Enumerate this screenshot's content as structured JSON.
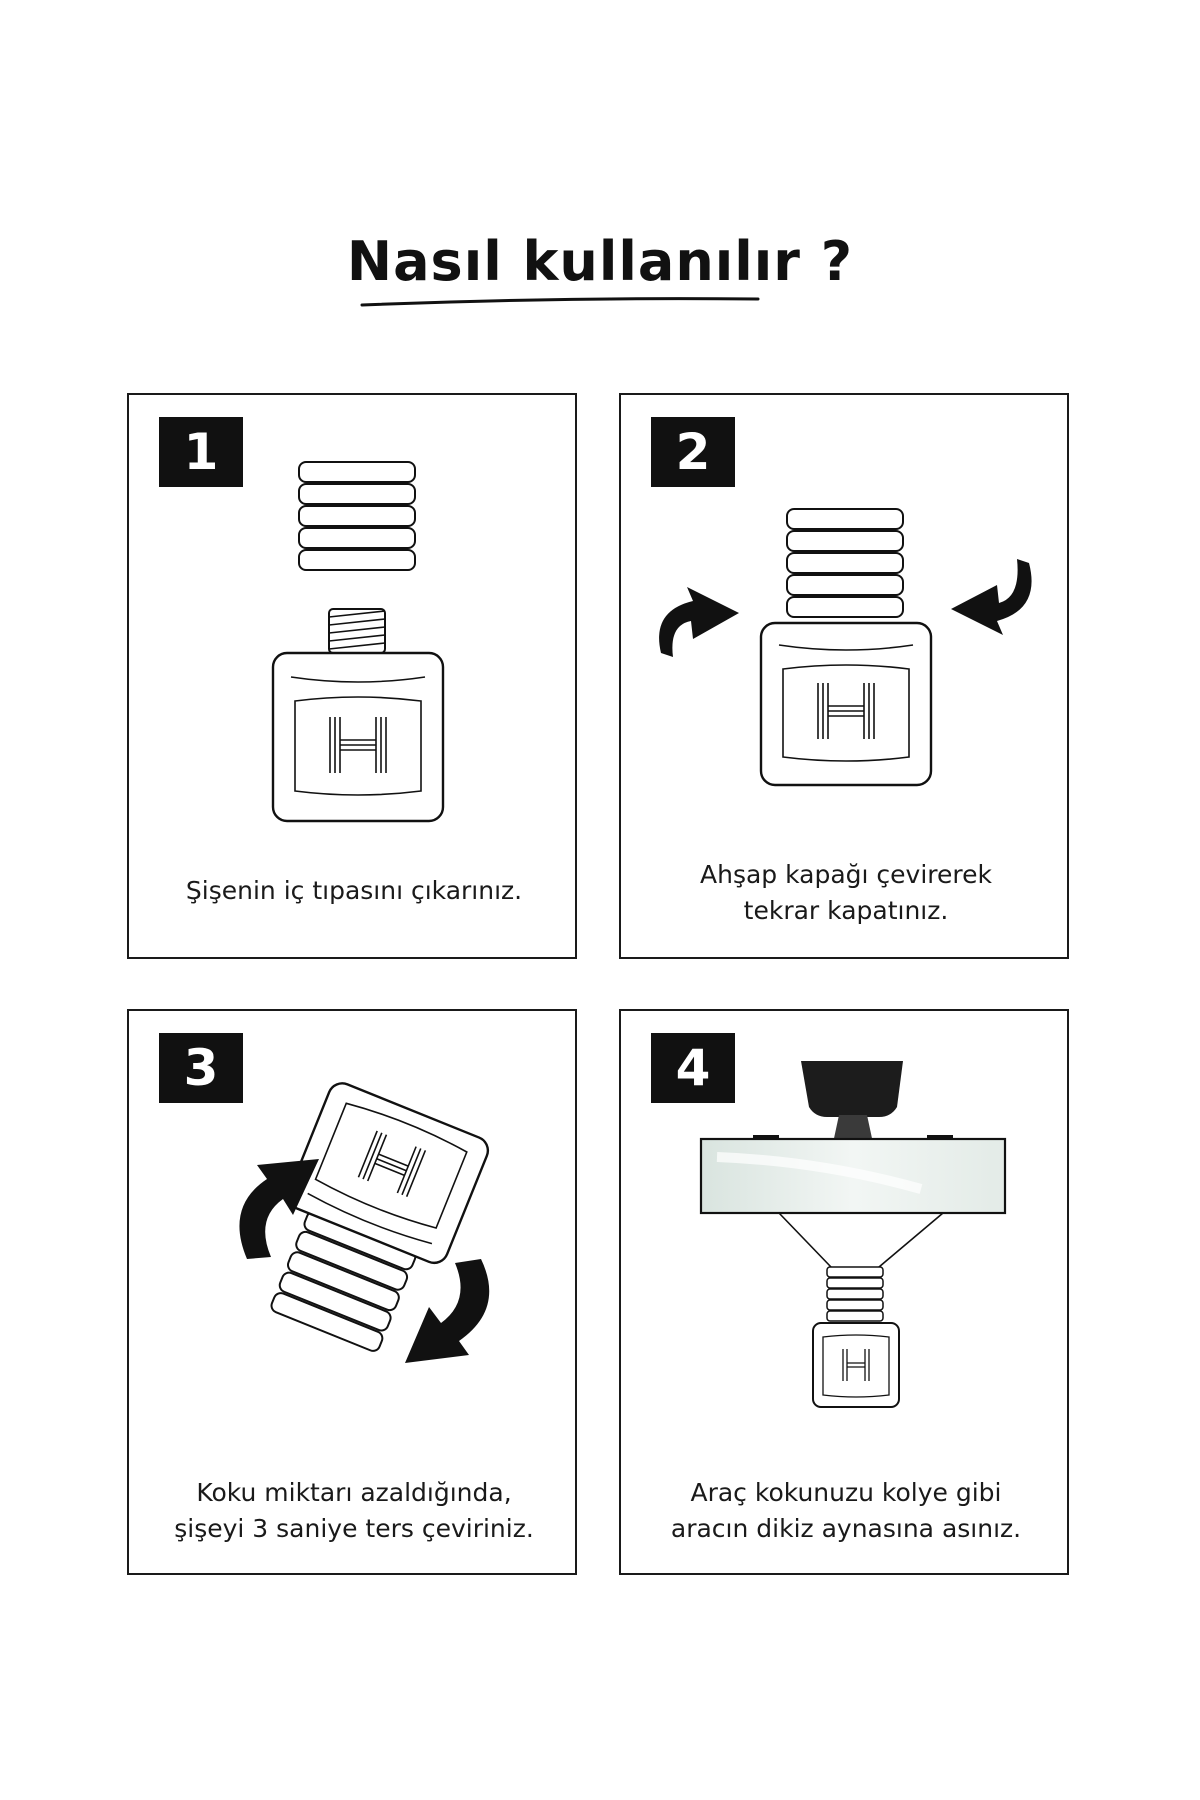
{
  "title": "Nasıl kullanılır ?",
  "steps": [
    {
      "number": "1",
      "caption_lines": [
        "Şişenin iç tıpasını çıkarınız."
      ]
    },
    {
      "number": "2",
      "caption_lines": [
        "Ahşap kapağı çevirerek",
        "tekrar kapatınız."
      ]
    },
    {
      "number": "3",
      "caption_lines": [
        "Koku miktarı azaldığında,",
        "şişeyi 3 saniye ters çeviriniz."
      ]
    },
    {
      "number": "4",
      "caption_lines": [
        "Araç kokunuzu kolye gibi",
        "aracın dikiz aynasına asınız."
      ]
    }
  ],
  "icons": {
    "bottle": "perfume-bottle-icon",
    "cap": "wooden-cap-icon",
    "arrow": "curved-arrow-icon",
    "mirror": "rearview-mirror-icon"
  },
  "colors": {
    "ink": "#111111",
    "background": "#ffffff",
    "mirror_glass": "#e8efec"
  }
}
